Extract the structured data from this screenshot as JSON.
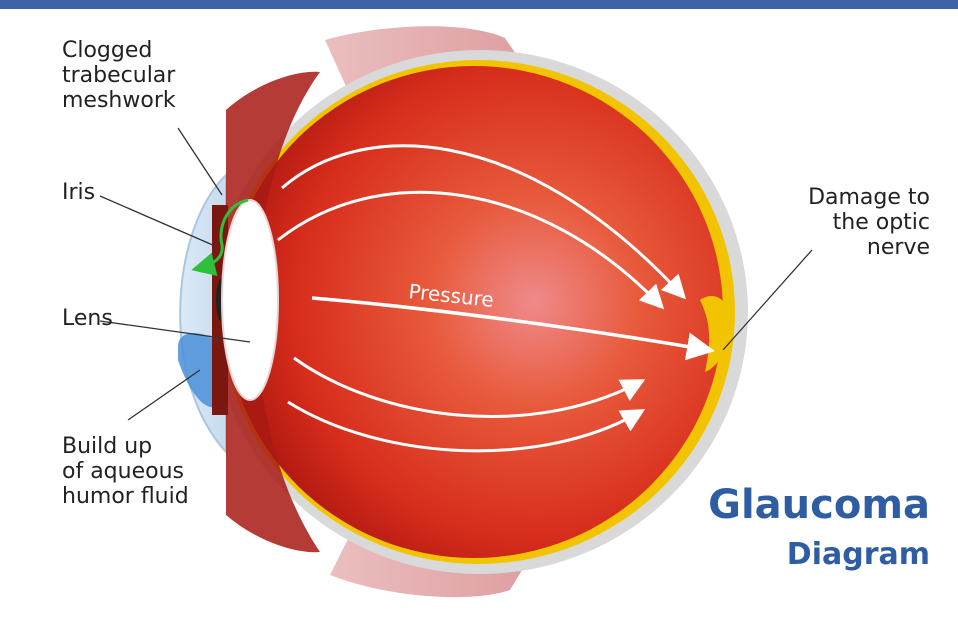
{
  "header": {
    "bar_color": "#3b63a6"
  },
  "labels": {
    "clogged": "Clogged\ntrabecular\nmeshwork",
    "iris": "Iris",
    "lens": "Lens",
    "buildup": "Build up\nof aqueous\nhumor fluid",
    "optic": "Damage to\nthe optic\nnerve",
    "pressure": "Pressure"
  },
  "title": {
    "main": "Glaucoma",
    "sub": "Diagram"
  },
  "colors": {
    "accent": "#2f5da3",
    "eyeball": "#d9301f",
    "sclera_edge": "#f2c400",
    "aqueous_fluid": "#4a8fd8",
    "flow_arrow": "#2fbf3a"
  }
}
